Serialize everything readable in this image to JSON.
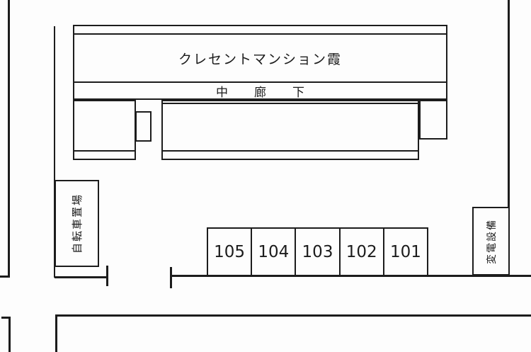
{
  "diagram": {
    "building": {
      "name_label": "クレセントマンション霞",
      "corridor_label": "中　廊　下"
    },
    "facilities": {
      "bicycle_parking_label": "自転車置場",
      "transformer_label": "変電設備"
    },
    "parking": {
      "spaces": [
        "105",
        "104",
        "103",
        "102",
        "101"
      ]
    },
    "colors": {
      "line": "#1c1c1c",
      "paper": "#fdfdfd"
    }
  }
}
